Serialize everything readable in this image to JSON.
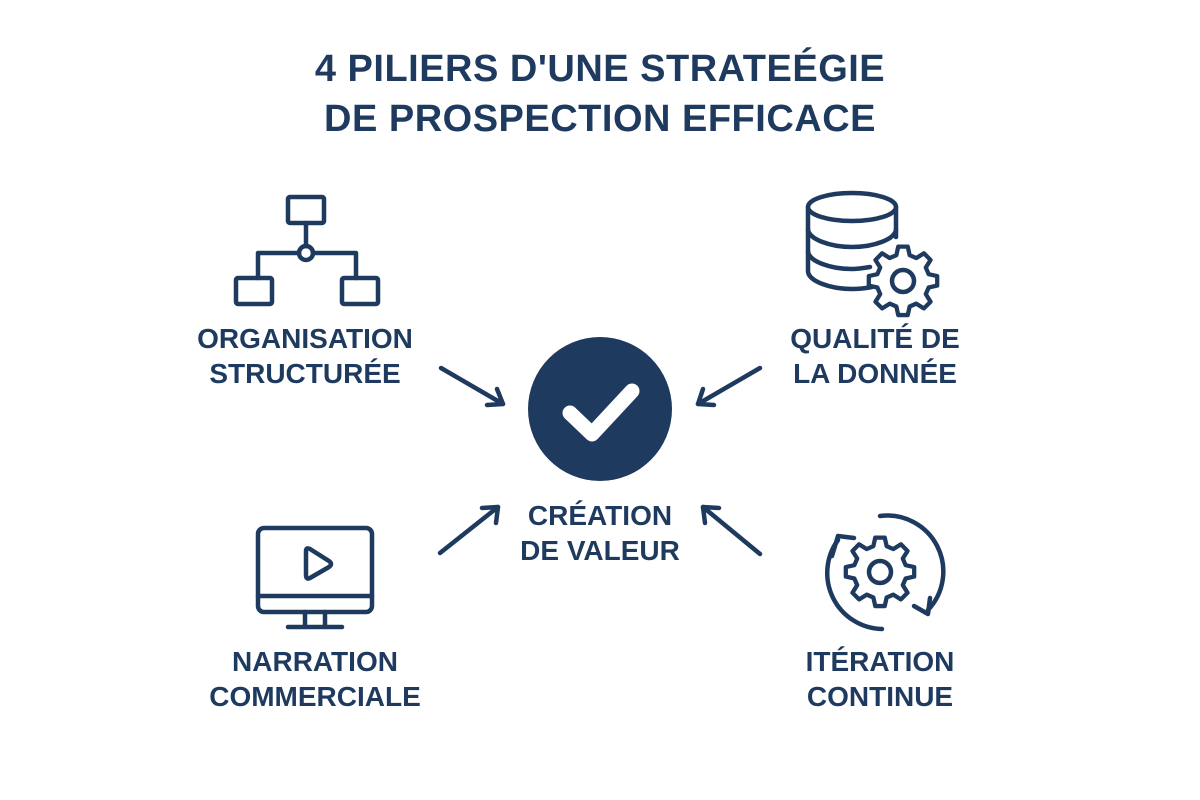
{
  "title": {
    "line1": "4 PILIERS D'UNE STRATEÉGIE",
    "line2": "DE PROSPECTION EFFICACE"
  },
  "colors": {
    "primary": "#1f3a5f",
    "background": "#ffffff",
    "check": "#ffffff"
  },
  "center": {
    "icon": "check-circle-icon",
    "line1": "CRÉATION",
    "line2": "DE VALEUR"
  },
  "pillars": [
    {
      "id": "organisation",
      "icon": "hierarchy-icon",
      "line1": "ORGANISATION",
      "line2": "STRUCTURÉE",
      "position": "top-left"
    },
    {
      "id": "qualite",
      "icon": "database-gear-icon",
      "line1": "QUALITÉ DE",
      "line2": "LA DONNÉE",
      "position": "top-right"
    },
    {
      "id": "narration",
      "icon": "video-monitor-icon",
      "line1": "NARRATION",
      "line2": "COMMERCIALE",
      "position": "bottom-left"
    },
    {
      "id": "iteration",
      "icon": "cycle-gear-icon",
      "line1": "ITÉRATION",
      "line2": "CONTINUE",
      "position": "bottom-right"
    }
  ]
}
